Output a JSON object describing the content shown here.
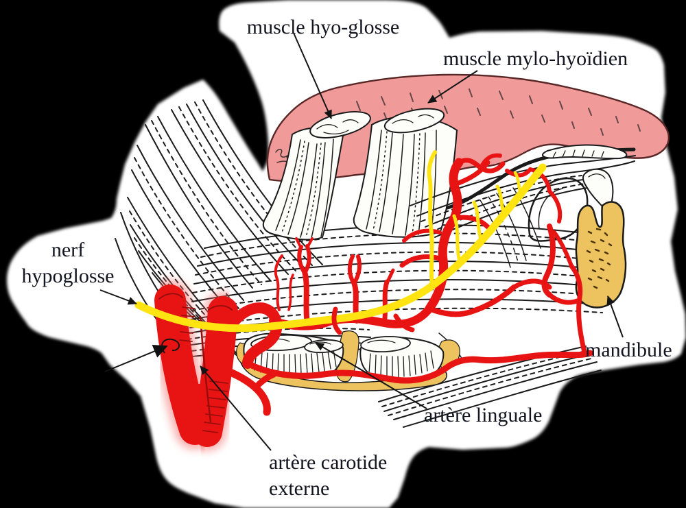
{
  "figure": {
    "type": "anatomical-diagram",
    "labels": {
      "hyoglosse": {
        "text": "muscle hyo-glosse"
      },
      "mylohyoidien": {
        "text": "muscle mylo-hyoïdien"
      },
      "nerf": {
        "line1": "nerf",
        "line2": "hypoglosse"
      },
      "mandibule": {
        "text": "mandibule"
      },
      "linguale": {
        "text": "artère linguale"
      },
      "carotide": {
        "line1": "artère carotide",
        "line2": "externe"
      }
    }
  },
  "colors": {
    "background": "#000000",
    "paper": "#ffffff",
    "tongue_pink": "#f09a9a",
    "artery_red": "#e81414",
    "artery_glow": "#f4716d",
    "artery_shadow": "#9b0d0d",
    "nerve_yellow": "#ffe412",
    "bone_tan": "#ecc35e",
    "ink": "#1a1a1a",
    "label_text": "#141420",
    "speckle": "#4a3208"
  }
}
